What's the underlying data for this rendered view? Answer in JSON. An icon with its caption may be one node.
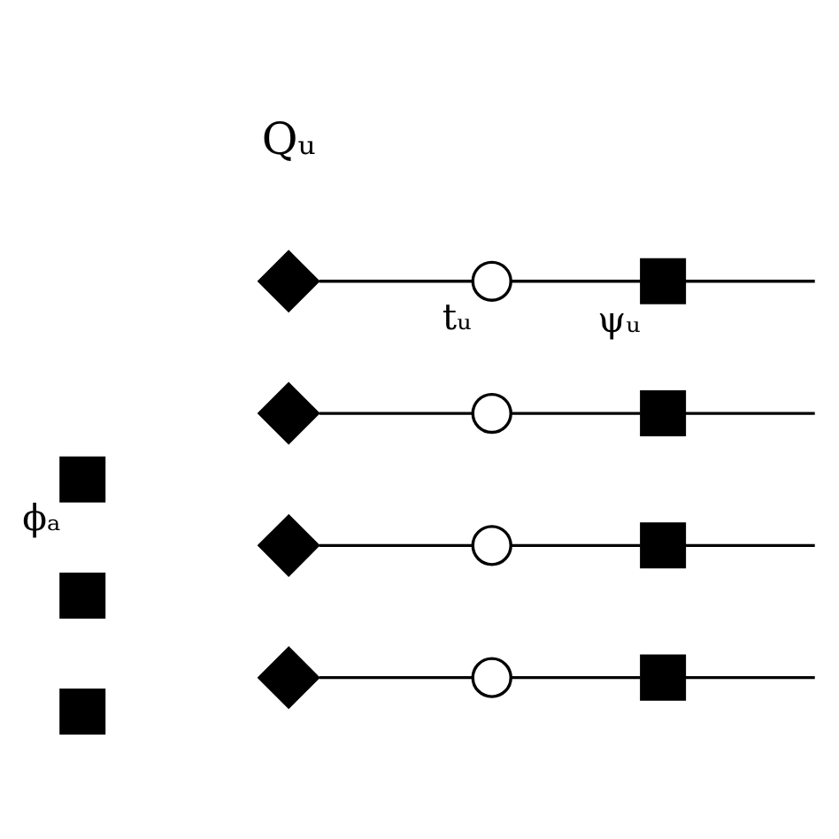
{
  "diagram": {
    "nodes": [
      {
        "text": [],
        "shape": "box",
        "beside": [
          "ϕₐ"
        ]
      },
      {
        "text": [],
        "shape": "box"
      },
      {
        "text": [],
        "shape": "box"
      },
      {
        "text": [],
        "shape": "diamond"
      },
      {
        "text": [],
        "shape": "circle",
        "beside": [
          "tᵤ"
        ]
      },
      {
        "text": [],
        "shape": "box",
        "beside": [
          "ψᵤ"
        ]
      },
      {
        "text": [],
        "shape": "diamond"
      },
      {
        "text": [],
        "shape": "circle"
      },
      {
        "text": [],
        "shape": "box"
      },
      {
        "text": [],
        "shape": "diamond"
      },
      {
        "text": [],
        "shape": "circle"
      },
      {
        "text": [],
        "shape": "box"
      },
      {
        "text": [],
        "shape": "diamond"
      },
      {
        "text": [],
        "shape": "circle"
      },
      {
        "text": [],
        "shape": "box"
      }
    ],
    "edges": [
      {
        "from": 3,
        "to": 4,
        "arrow": "none"
      },
      {
        "from": 4,
        "to": 5,
        "arrow": "none"
      },
      {
        "from": 5,
        "to": null,
        "arrow": "none"
      },
      {
        "from": 6,
        "to": 7,
        "arrow": "none"
      },
      {
        "from": 7,
        "to": 8,
        "arrow": "none"
      },
      {
        "from": 8,
        "to": null,
        "arrow": "none"
      },
      {
        "from": 9,
        "to": 10,
        "arrow": "none"
      },
      {
        "from": 10,
        "to": 11,
        "arrow": "none"
      },
      {
        "from": 11,
        "to": null,
        "arrow": "none"
      },
      {
        "from": 12,
        "to": 13,
        "arrow": "none"
      },
      {
        "from": 13,
        "to": 14,
        "arrow": "none"
      },
      {
        "from": 14,
        "to": null,
        "arrow": "none"
      }
    ],
    "labels": [
      "Qᵤ"
    ]
  }
}
